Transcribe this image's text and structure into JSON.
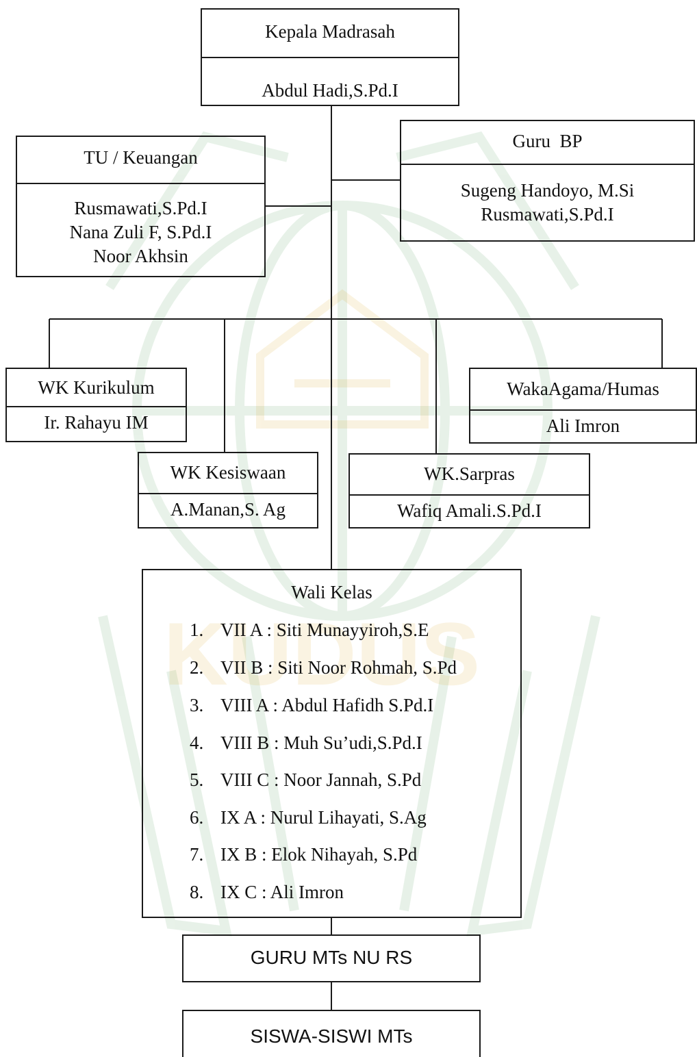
{
  "kepala": {
    "title": "Kepala Madrasah",
    "name": "Abdul Hadi,S.Pd.I"
  },
  "tu": {
    "title": "TU / Keuangan",
    "names": [
      "Rusmawati,S.Pd.I",
      "Nana Zuli F, S.Pd.I",
      "Noor Akhsin"
    ]
  },
  "bp": {
    "title": "Guru  BP",
    "names": [
      "Sugeng Handoyo, M.Si",
      "Rusmawati,S.Pd.I"
    ]
  },
  "kurikulum": {
    "title": "WK Kurikulum",
    "name": "Ir. Rahayu IM"
  },
  "kesiswaan": {
    "title": "WK Kesiswaan",
    "name": "A.Manan,S. Ag"
  },
  "sarpras": {
    "title": "WK.Sarpras",
    "name": "Wafiq Amali.S.Pd.I"
  },
  "agama": {
    "title": "WakaAgama/Humas",
    "name": "Ali Imron"
  },
  "wali": {
    "title": "Wali Kelas",
    "items": [
      {
        "num": "1.",
        "text": "VII A : Siti Munayyiroh,S.E"
      },
      {
        "num": "2.",
        "text": "VII B : Siti Noor Rohmah, S.Pd"
      },
      {
        "num": "3.",
        "text": "VIII A : Abdul Hafidh S.Pd.I"
      },
      {
        "num": "4.",
        "text": "VIII B : Muh Su’udi,S.Pd.I"
      },
      {
        "num": "5.",
        "text": "VIII C : Noor Jannah, S.Pd"
      },
      {
        "num": "6.",
        "text": "IX A : Nurul Lihayati, S.Ag"
      },
      {
        "num": "7.",
        "text": "IX B : Elok Nihayah, S.Pd"
      },
      {
        "num": "8.",
        "text": "IX C : Ali Imron"
      }
    ]
  },
  "guru": {
    "label": "GURU MTs NU RS"
  },
  "siswa": {
    "label": "SISWA-SISWI MTs"
  },
  "watermark": {
    "text": "KUDUS",
    "green": "#2e8b3a",
    "gold": "#d9a21b"
  }
}
